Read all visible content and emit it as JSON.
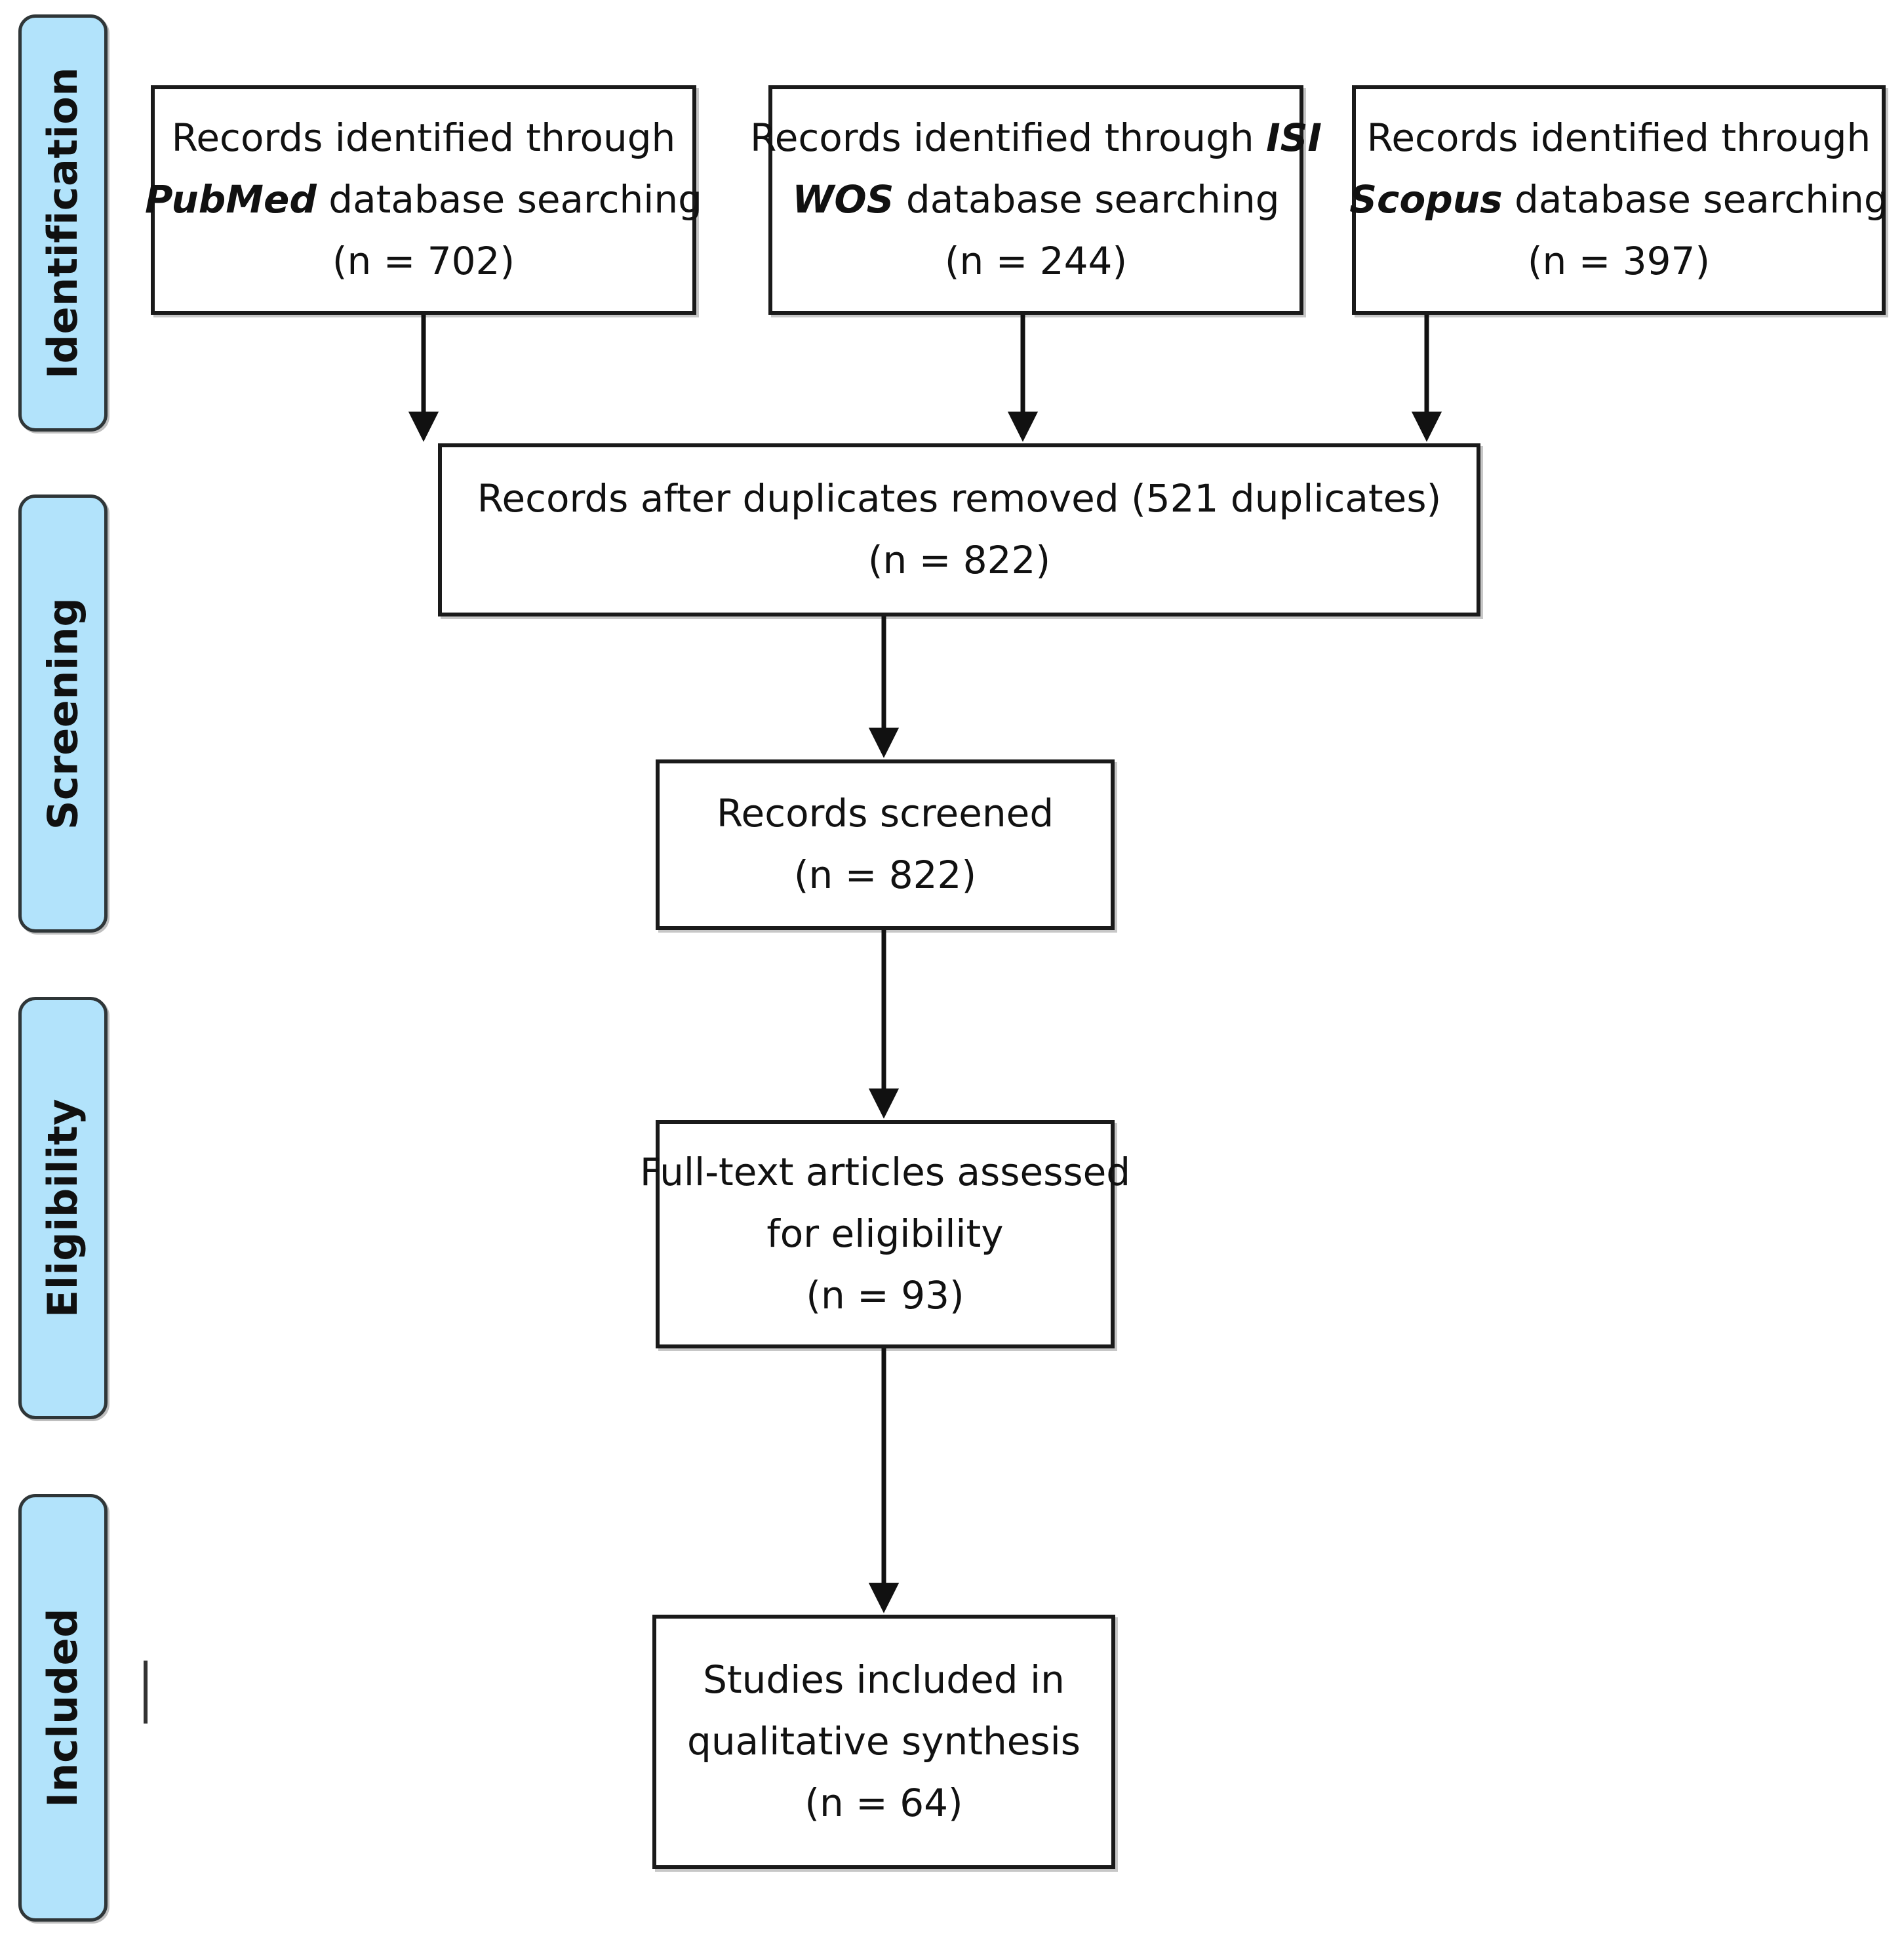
{
  "figure": {
    "type": "prisma-flow-diagram",
    "background_color": "#ffffff",
    "accent_color": "#b2e3fb",
    "box_border_color": "#1a1a1a",
    "pill_border_color": "#2f3638"
  },
  "stages": [
    {
      "id": "identification",
      "label": "Identification"
    },
    {
      "id": "screening",
      "label": "Screening"
    },
    {
      "id": "eligibility",
      "label": "Eligibility"
    },
    {
      "id": "included",
      "label": "Included"
    }
  ],
  "boxes": {
    "pubmed": {
      "line1": "Records identified through",
      "line2_italic": "PubMed",
      "line2_rest": " database searching",
      "count": "(n = 702)"
    },
    "isi_wos": {
      "line1_rest": "Records identified through ",
      "line1_italic": "ISI",
      "line2_italic": "WOS",
      "line2_rest": " database searching",
      "count": "(n = 244)"
    },
    "scopus": {
      "line1": "Records identified through",
      "line2_italic": "Scopus",
      "line2_rest": " database searching",
      "count": "(n = 397)"
    },
    "duplicates_removed": {
      "line1": "Records after duplicates removed (521 duplicates)",
      "count": "(n = 822)"
    },
    "records_screened": {
      "line1": "Records screened",
      "count": "(n = 822)"
    },
    "fulltext_assessed": {
      "line1": "Full-text articles assessed",
      "line2": "for eligibility",
      "count": "(n = 93)"
    },
    "studies_included": {
      "line1": "Studies included in",
      "line2": "qualitative synthesis",
      "count": "(n = 64)"
    }
  },
  "chart_data": {
    "type": "diagram",
    "title": "PRISMA flow diagram",
    "nodes": [
      {
        "id": "pubmed",
        "stage": "Identification",
        "label": "Records identified through PubMed database searching",
        "n": 702
      },
      {
        "id": "isi_wos",
        "stage": "Identification",
        "label": "Records identified through ISI WOS database searching",
        "n": 244
      },
      {
        "id": "scopus",
        "stage": "Identification",
        "label": "Records identified through Scopus database searching",
        "n": 397
      },
      {
        "id": "duplicates_removed",
        "stage": "Screening",
        "label": "Records after duplicates removed (521 duplicates)",
        "n": 822,
        "duplicates": 521
      },
      {
        "id": "records_screened",
        "stage": "Screening",
        "label": "Records screened",
        "n": 822
      },
      {
        "id": "fulltext_assessed",
        "stage": "Eligibility",
        "label": "Full-text articles assessed for eligibility",
        "n": 93
      },
      {
        "id": "studies_included",
        "stage": "Included",
        "label": "Studies included in qualitative synthesis",
        "n": 64
      }
    ],
    "edges": [
      {
        "from": "pubmed",
        "to": "duplicates_removed"
      },
      {
        "from": "isi_wos",
        "to": "duplicates_removed"
      },
      {
        "from": "scopus",
        "to": "duplicates_removed"
      },
      {
        "from": "duplicates_removed",
        "to": "records_screened"
      },
      {
        "from": "records_screened",
        "to": "fulltext_assessed"
      },
      {
        "from": "fulltext_assessed",
        "to": "studies_included"
      }
    ]
  }
}
